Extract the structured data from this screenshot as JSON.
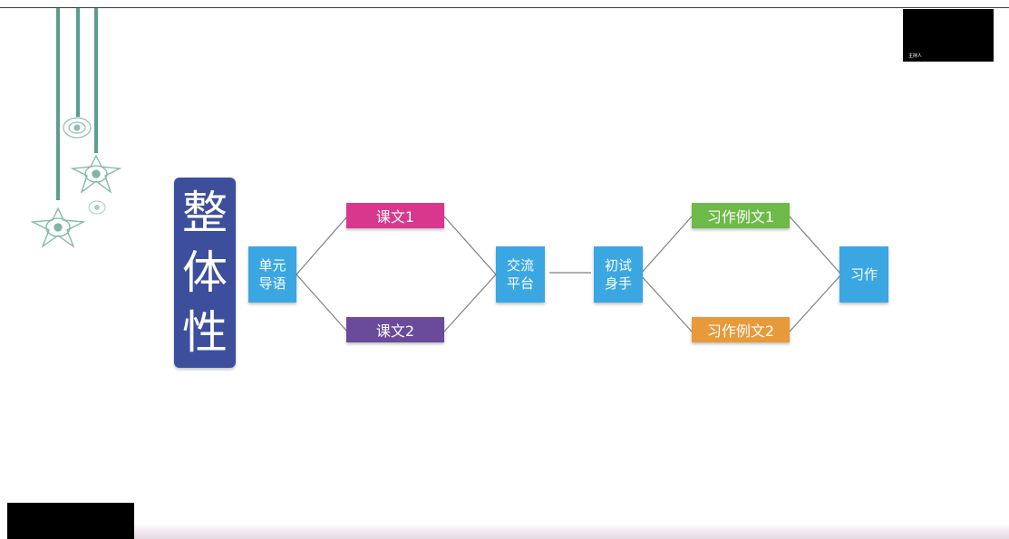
{
  "diagram": {
    "title_chars": [
      "整",
      "体",
      "性"
    ],
    "nodes": {
      "unit_intro": "单元\n导语",
      "text1": "课文1",
      "text2": "课文2",
      "exchange": "交流\n平台",
      "first_try": "初试\n身手",
      "example1": "习作例文1",
      "example2": "习作例文2",
      "writing": "习作"
    },
    "colors": {
      "title_bg": "#3d4f9c",
      "square_nodes": "#3aa7e2",
      "text1": "#d8378d",
      "text2": "#6a4a9a",
      "example1": "#6dba48",
      "example2": "#e8993a",
      "connector": "#7f7f7f"
    }
  },
  "camera": {
    "label": "主持人"
  }
}
